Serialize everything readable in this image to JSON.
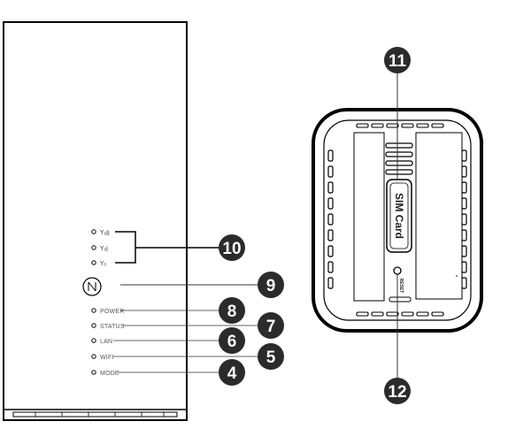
{
  "front_panel": {
    "signal_indicators": [
      {
        "glyph": "Y",
        "sub": "ıll"
      },
      {
        "glyph": "Y",
        "sub": "ıl"
      },
      {
        "glyph": "Y",
        "sub": "ı"
      }
    ],
    "nfc_icon": "nfc-icon",
    "indicators": [
      {
        "label": "POWER"
      },
      {
        "label": "STATUS"
      },
      {
        "label": "LAN"
      },
      {
        "label": "WIFI"
      },
      {
        "label": "MODE"
      }
    ]
  },
  "callouts": {
    "signal": "10",
    "nfc": "9",
    "power": "8",
    "status": "7",
    "lan": "6",
    "wifi": "5",
    "mode": "4",
    "sim": "11",
    "reset": "12"
  },
  "bottom_view": {
    "sim_label": "SIM Card",
    "reset_label": "RESET"
  },
  "colors": {
    "callout": "#2b2b2b",
    "outline": "#000000",
    "leader": "#333333"
  }
}
